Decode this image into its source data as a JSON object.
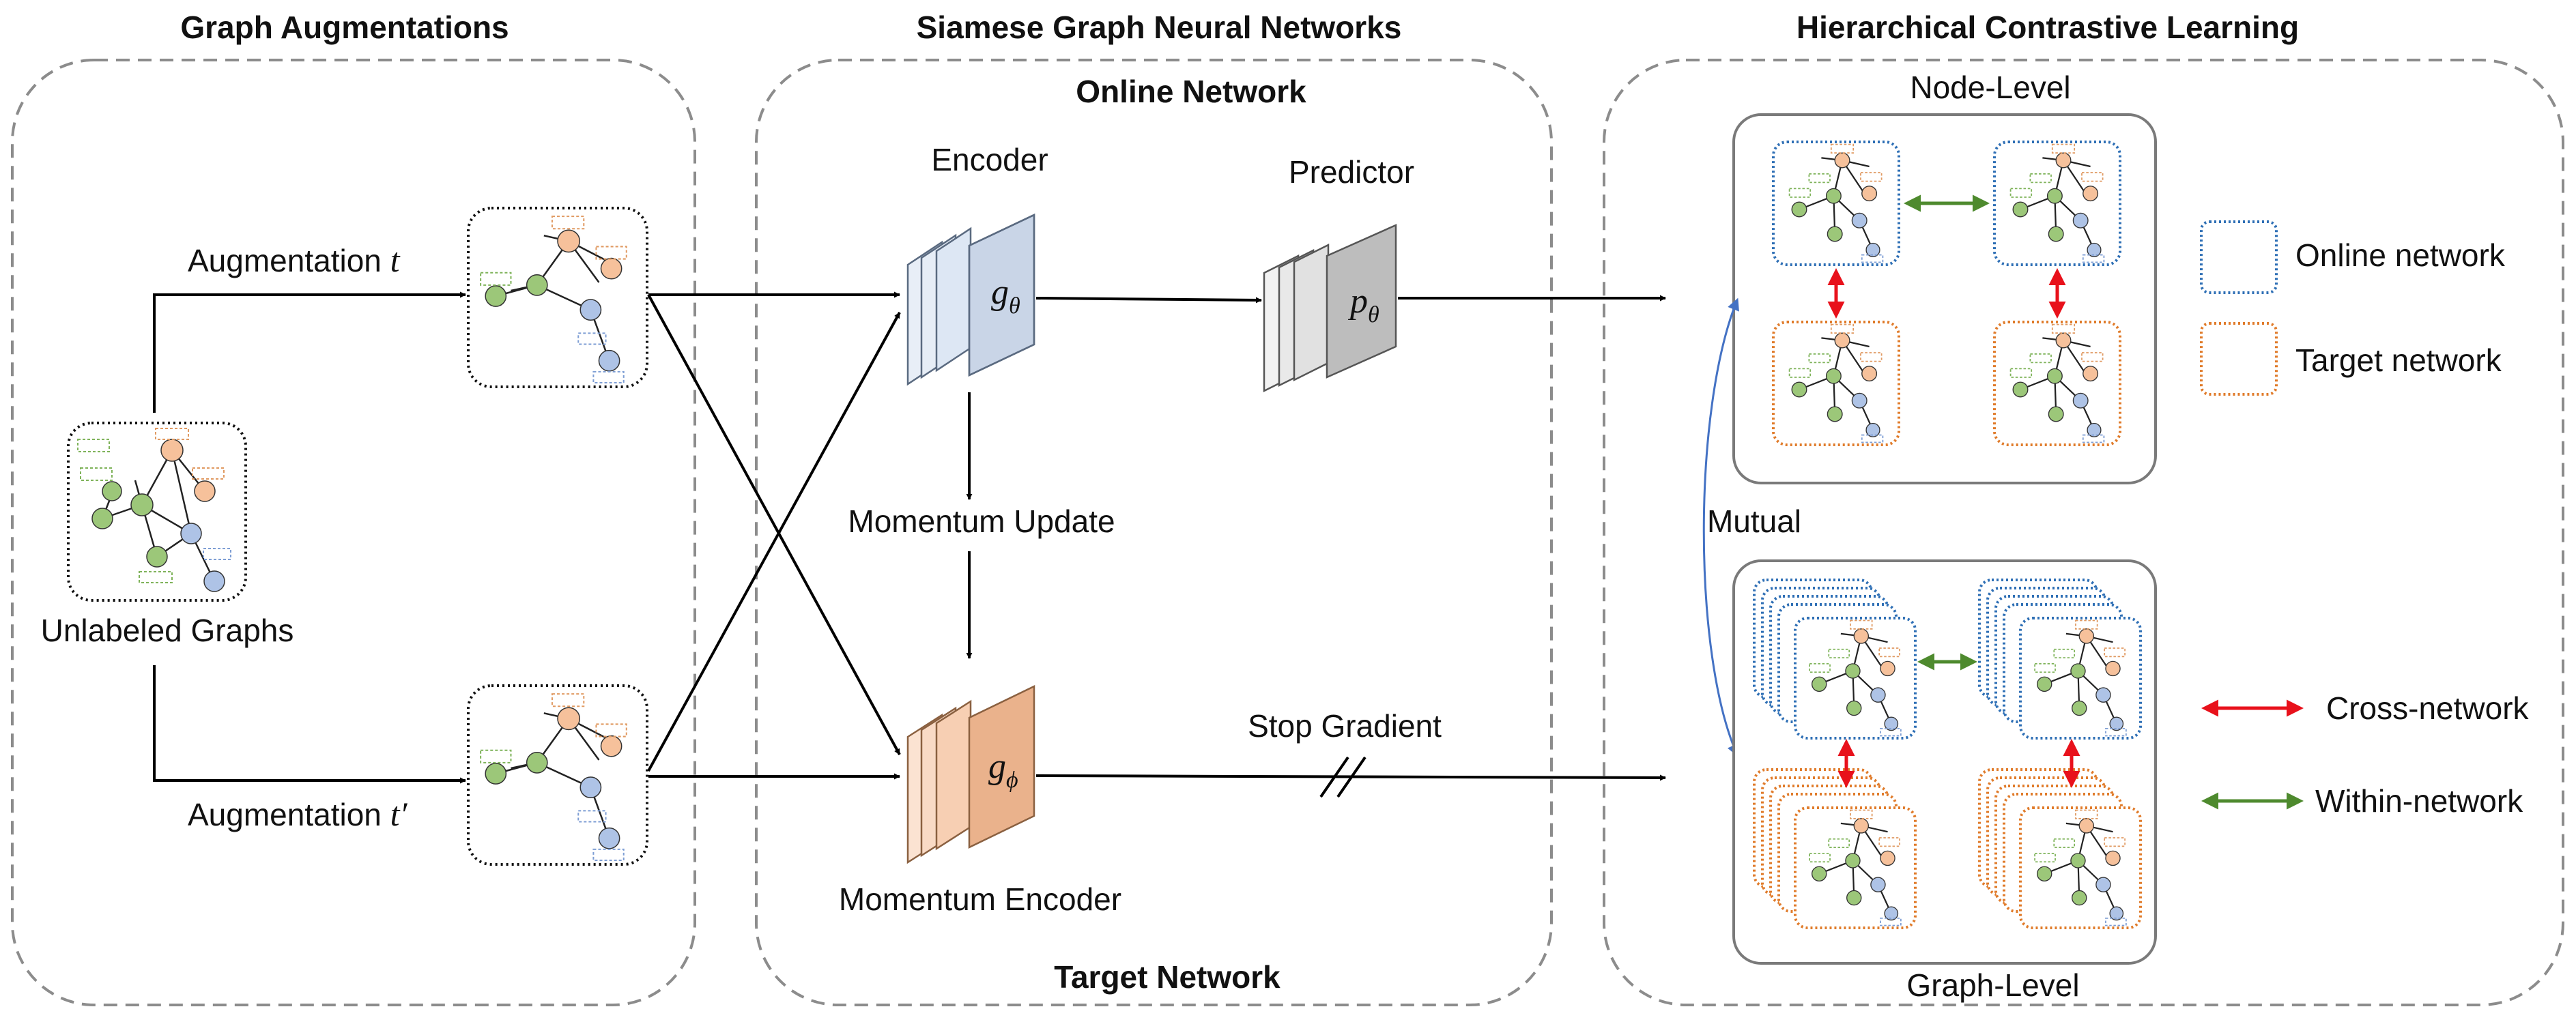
{
  "sections": {
    "augment_title": "Graph Augmentations",
    "siamese_title": "Siamese Graph Neural Networks",
    "hier_title": "Hierarchical Contrastive Learning"
  },
  "augment": {
    "aug_t_label": "Augmentation",
    "aug_t_sym": "t",
    "aug_t2_label": "Augmentation",
    "aug_t2_sym": "t′",
    "unlabeled": "Unlabeled Graphs"
  },
  "siamese": {
    "online_title": "Online Network",
    "target_title": "Target Network",
    "encoder": "Encoder",
    "encoder_sym": "g",
    "encoder_sub": "θ",
    "predictor": "Predictor",
    "predictor_sym": "p",
    "predictor_sub": "θ",
    "momentum_update": "Momentum Update",
    "momentum_encoder": "Momentum Encoder",
    "momentum_sym": "g",
    "momentum_sub": "ϕ",
    "stop_gradient": "Stop Gradient"
  },
  "hier": {
    "node_level": "Node-Level",
    "graph_level": "Graph-Level",
    "mutual": "Mutual"
  },
  "legend": {
    "online": "Online network",
    "target": "Target network",
    "cross": "Cross-network",
    "within": "Within-network"
  },
  "colors": {
    "online_border": "#2e6fb5",
    "target_border": "#e07b2a",
    "cross_arrow": "#e8111b",
    "within_arrow": "#4e8a2e",
    "node_green": "#9cc779",
    "node_orange": "#f6c19b",
    "node_blue": "#aec3e6",
    "encoder_fill": "#dde7f4",
    "predictor_fill": "#cfcfcf",
    "momentum_fill": "#f4c6a3"
  }
}
